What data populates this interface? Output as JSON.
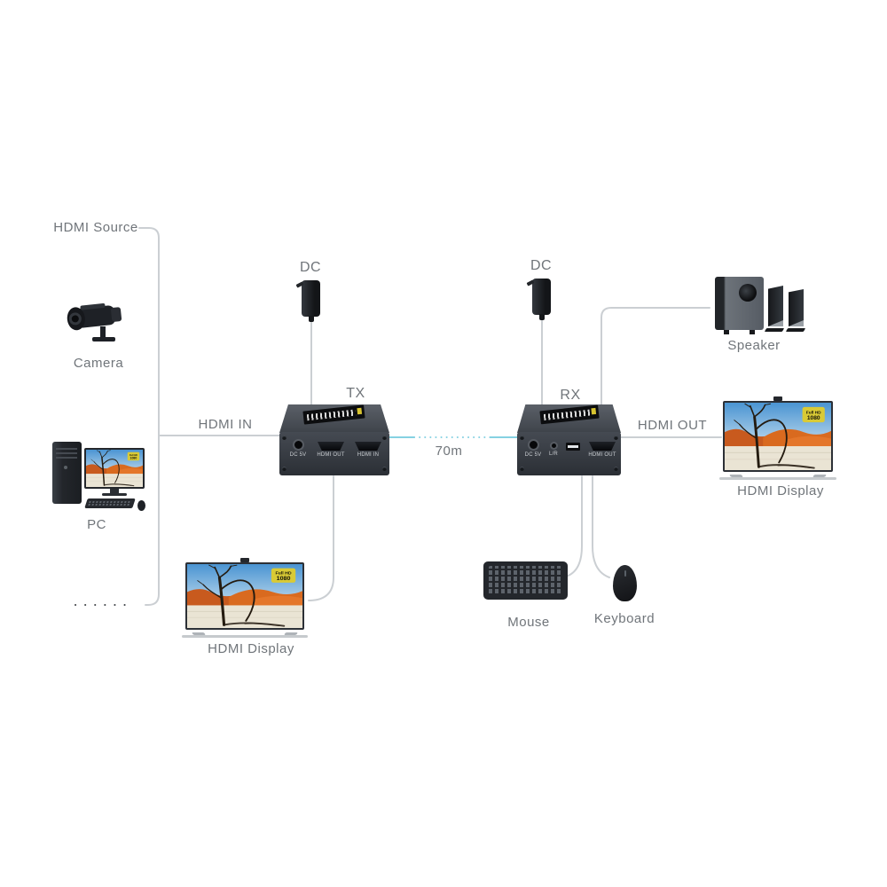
{
  "labels": {
    "hdmi_source": "HDMI Source",
    "camera": "Camera",
    "pc": "PC",
    "hdmi_in": "HDMI IN",
    "dc_left": "DC",
    "dc_right": "DC",
    "tx": "TX",
    "rx": "RX",
    "distance": "70m",
    "speaker": "Speaker",
    "hdmi_out": "HDMI OUT",
    "display_right": "HDMI Display",
    "display_bottom": "HDMI Display",
    "under_keyboard": "Mouse",
    "under_mouse": "Keyboard"
  },
  "tx": {
    "port_dc": "DC 5V",
    "port_hdmi_out": "HDMI OUT",
    "port_hdmi_in": "HDMI IN"
  },
  "rx": {
    "port_dc": "DC 5V",
    "port_audio": "L/R",
    "port_hdmi_out": "HDMI OUT"
  },
  "screen_badge": {
    "line1": "Full HD",
    "line2": "1080"
  },
  "colors": {
    "wire": "#cbcfd3",
    "link": "#85d1e2",
    "dots": "#3f4246",
    "text": "#70757a"
  }
}
